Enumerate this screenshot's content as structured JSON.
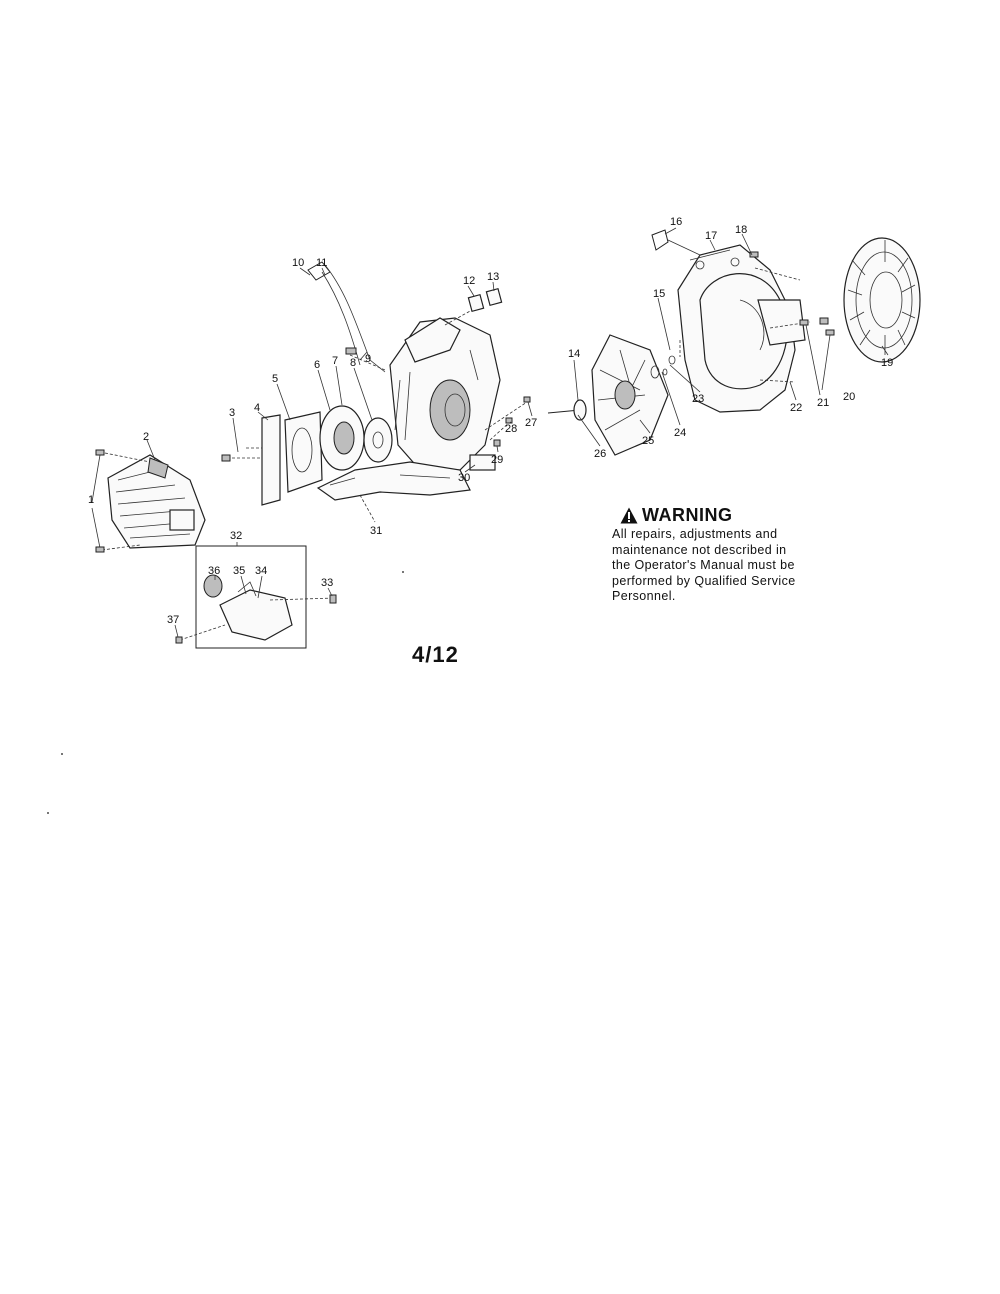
{
  "diagram": {
    "part_numbers": [
      "1",
      "2",
      "3",
      "4",
      "5",
      "6",
      "7",
      "8",
      "9",
      "10",
      "11",
      "12",
      "13",
      "14",
      "15",
      "16",
      "17",
      "18",
      "19",
      "20",
      "21",
      "22",
      "23",
      "24",
      "25",
      "26",
      "27",
      "28",
      "29",
      "30",
      "31",
      "32",
      "33",
      "34",
      "35",
      "36",
      "37"
    ]
  },
  "warning": {
    "heading": "WARNING",
    "icon": "warning-triangle-icon",
    "lines": "All repairs, adjustments and\nmaintenance not described in\nthe Operator's Manual must be\nperformed by Qualified Service\nPersonnel."
  },
  "page_number": "4/12"
}
